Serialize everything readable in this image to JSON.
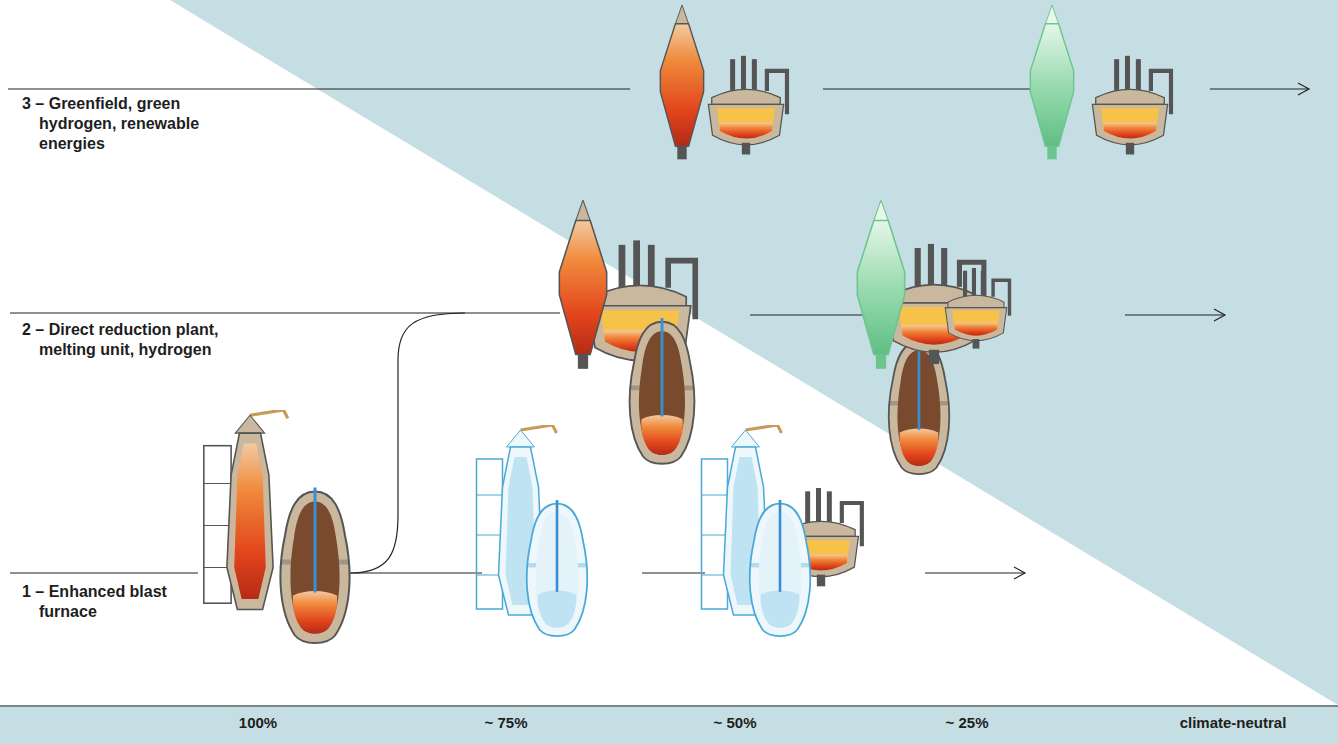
{
  "diagram": {
    "labels": [
      "3 – Greenfield, green hydrogen, renewable energies",
      "2 – Direct reduction plant, melting unit, hydrogen",
      "1 – Enhanced blast furnace",
      "100%",
      "~ 75%",
      "~ 50%",
      "~ 25%",
      "climate-neutral"
    ]
  }
}
